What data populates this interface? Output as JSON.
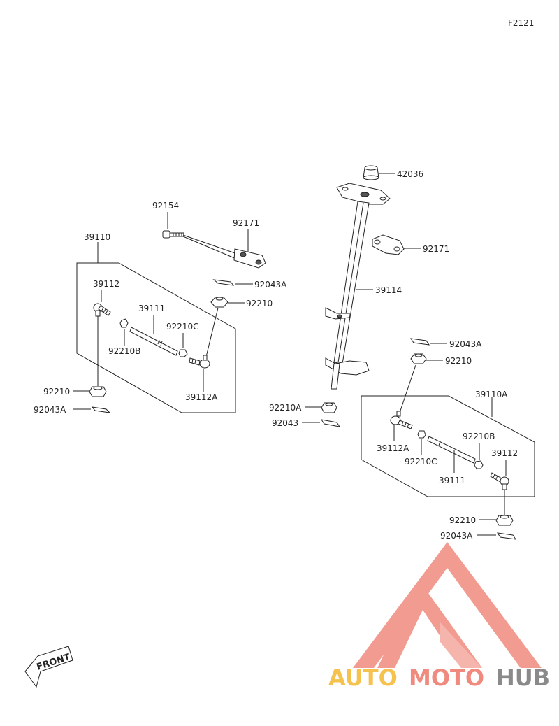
{
  "figure_code": "F2121",
  "labels": {
    "l39110": "39110",
    "l39112": "39112",
    "l39111": "39111",
    "l92210C": "92210C",
    "l92210B": "92210B",
    "l92154": "92154",
    "l92171a": "92171",
    "l92043A_a": "92043A",
    "l92210_a": "92210",
    "l39112A": "39112A",
    "l92210_b": "92210",
    "l92043A_b": "92043A",
    "l42036": "42036",
    "l92171b": "92171",
    "l39114": "39114",
    "l92043A_c": "92043A",
    "l92210_c": "92210",
    "l39110A": "39110A",
    "l92210A": "92210A",
    "l92043": "92043",
    "l39112A_b": "39112A",
    "l92210B_b": "92210B",
    "l39112_b": "39112",
    "l92210C_b": "92210C",
    "l39111_b": "39111",
    "l92210_d": "92210",
    "l92043A_d": "92043A"
  },
  "front_badge": "FRONT",
  "watermark": {
    "part1": "AUTO",
    "part2": "MOTO",
    "part3": "HUB",
    "color_main": "#f08a7e",
    "color_light": "#f5c24e",
    "color_gray": "#8a8a8a"
  }
}
